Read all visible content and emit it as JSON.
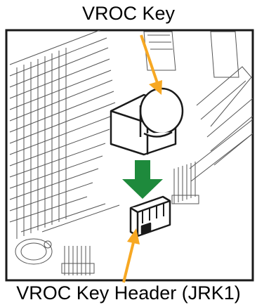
{
  "labels": {
    "top": "VROC Key",
    "bottom": "VROC Key Header (JRK1)"
  },
  "colors": {
    "callout_arrow": "#F7A823",
    "insert_arrow": "#1E8A3C",
    "line": "#1A1A1A",
    "board": "#FFFFFF",
    "background": "#FFFFFF"
  },
  "icons": {
    "callout_arrow": "arrow-line",
    "insert_arrow": "arrow-down"
  }
}
